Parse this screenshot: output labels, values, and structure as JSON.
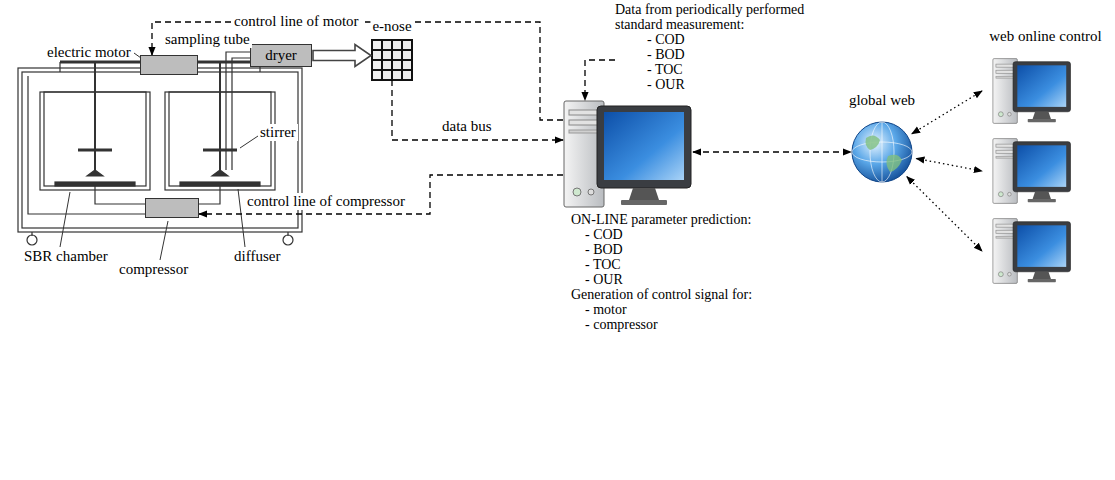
{
  "diagram": {
    "nodes": [
      {
        "text": [
          "electric motor"
        ]
      },
      {
        "text": [
          "dryer"
        ]
      },
      {
        "text": [
          "e-nose"
        ]
      },
      {
        "text": [
          "Data from periodically performed standard measurement:",
          "- COD",
          "- BOD",
          "- TOC",
          "- OUR"
        ]
      },
      {
        "text": [
          "ON-LINE parameter prediction:",
          "- COD",
          "- BOD",
          "- TOC",
          "- OUR",
          "Generation of control signal for:",
          "- motor",
          "- compressor"
        ]
      },
      {
        "text": [
          "global web"
        ]
      },
      {
        "text": [
          "web online control"
        ]
      },
      {
        "text": [
          "compressor"
        ]
      }
    ],
    "edges": [
      {
        "from": 4,
        "to": 0,
        "label": "control line of motor",
        "arrow": "to"
      },
      {
        "from": 1,
        "to": 2,
        "arrow": "to"
      },
      {
        "from": 2,
        "to": 4,
        "label": "data bus",
        "arrow": "to"
      },
      {
        "from": 3,
        "to": 4,
        "arrow": "to"
      },
      {
        "from": 4,
        "to": 5,
        "arrow": "both"
      },
      {
        "from": 5,
        "to": 6,
        "arrow": "both"
      },
      {
        "from": 5,
        "to": 6,
        "arrow": "both"
      },
      {
        "from": 5,
        "to": 6,
        "arrow": "both"
      },
      {
        "from": 4,
        "to": 7,
        "label": "control line of compressor",
        "arrow": "to"
      }
    ],
    "labels": [
      "sampling tube",
      "stirrer",
      "SBR chamber",
      "diffuser"
    ]
  }
}
